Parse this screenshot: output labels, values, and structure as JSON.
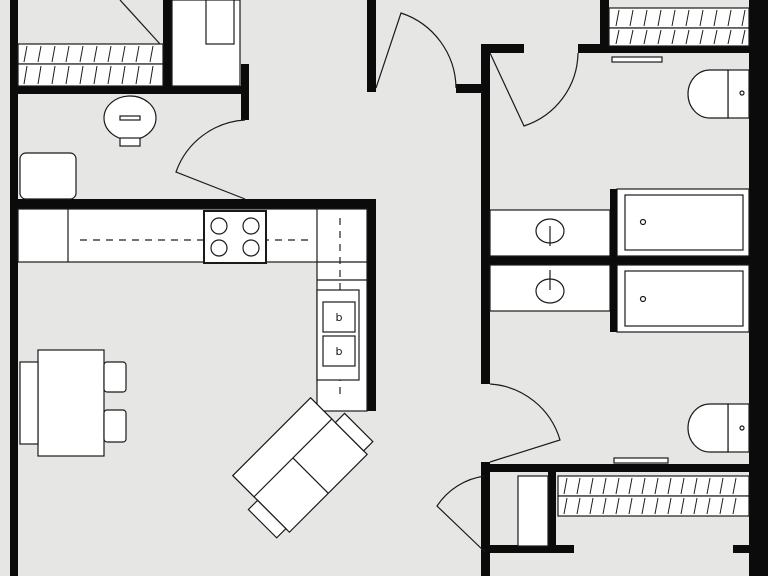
{
  "plan": {
    "background": "#e6e7e4",
    "wall_color": "#0b0b0b",
    "fixture_color": "#ffffff",
    "rooms": [
      "living-kitchen",
      "hallway",
      "bathroom-upper",
      "bathroom-lower",
      "closet-upper-left",
      "closet-lower-right"
    ],
    "fixtures": [
      "kitchen-counter",
      "stove",
      "double-sink",
      "dining-table",
      "sofa",
      "washing-machine",
      "toilet",
      "vanity-sink",
      "bathtub"
    ],
    "counts": {
      "toilets": 2,
      "bathtubs": 2,
      "vanity_sinks": 2,
      "stove_burners": 4,
      "dining_chairs": 2
    }
  }
}
